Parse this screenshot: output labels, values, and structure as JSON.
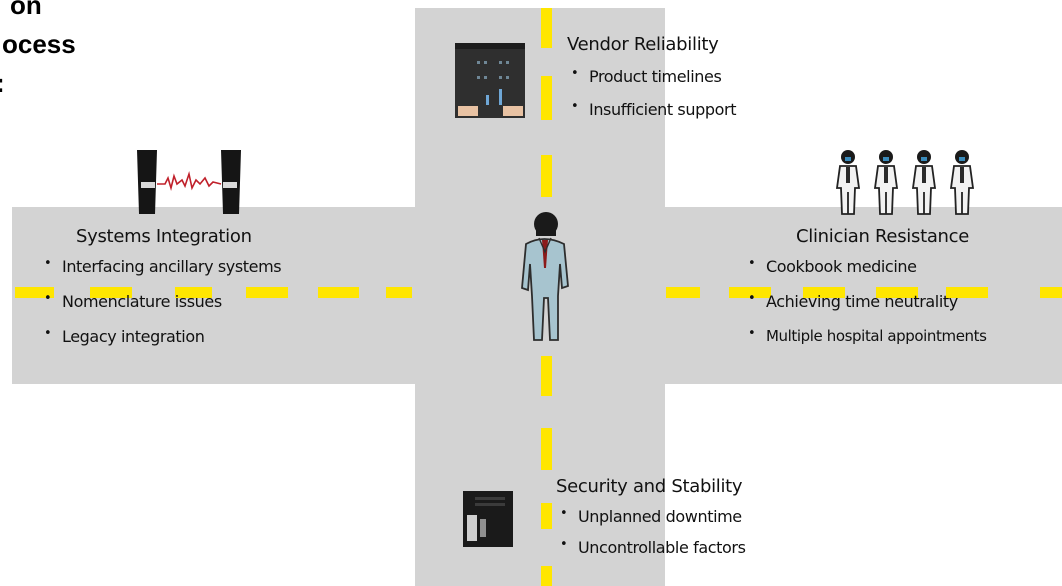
{
  "cut_off_title": {
    "line1": "on",
    "line2": "ocess",
    "line3": ":"
  },
  "vendor": {
    "heading": "Vendor Reliability",
    "items": [
      "Product timelines",
      "Insufficient support"
    ]
  },
  "systems": {
    "heading": "Systems Integration",
    "items": [
      "Interfacing ancillary systems",
      "Nomenclature issues",
      "Legacy integration"
    ]
  },
  "clinician": {
    "heading": "Clinician Resistance",
    "items": [
      "Cookbook medicine",
      "Achieving time neutrality",
      "Multiple hospital appointments"
    ]
  },
  "security": {
    "heading": "Security and Stability",
    "items": [
      "Unplanned downtime",
      "Uncontrollable factors"
    ]
  },
  "icons": [
    "building-icon",
    "connected-servers-icon",
    "clinicians-group-icon",
    "businessman-figure",
    "server-tower-icon"
  ],
  "colors": {
    "road": "#d3d3d3",
    "lane_marking": "#ffe600",
    "suit": "#a7c4cf"
  }
}
